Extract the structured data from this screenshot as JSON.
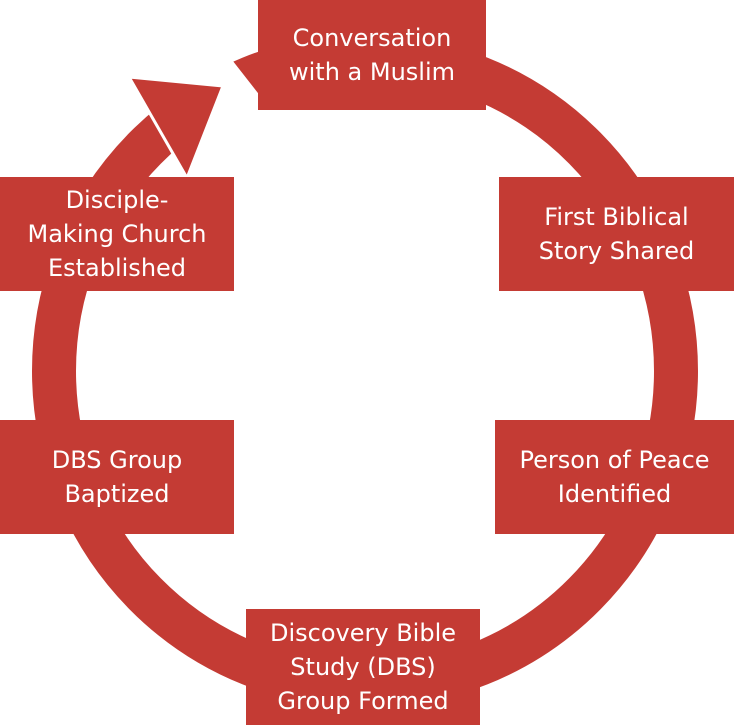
{
  "diagram": {
    "type": "cycle",
    "color": "#c43b34",
    "steps": [
      {
        "id": "conversation",
        "label": "Conversation\nwith a Muslim"
      },
      {
        "id": "first-story",
        "label": "First Biblical\nStory Shared"
      },
      {
        "id": "person-of-peace",
        "label": "Person of Peace\nIdentified"
      },
      {
        "id": "dbs-formed",
        "label": "Discovery Bible\nStudy (DBS)\nGroup Formed"
      },
      {
        "id": "dbs-baptized",
        "label": "DBS Group\nBaptized"
      },
      {
        "id": "church-established",
        "label": "Disciple-\nMaking Church\nEstablished"
      }
    ]
  }
}
